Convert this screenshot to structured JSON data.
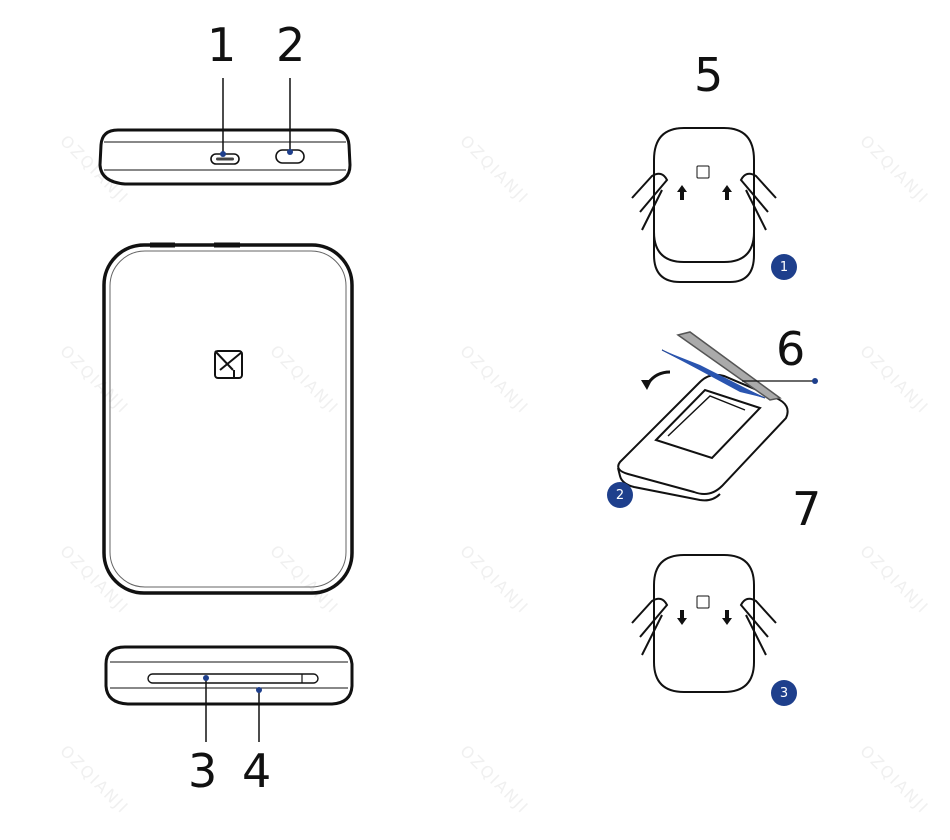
{
  "diagram": {
    "title": "Portable photo printer parts and paper loading steps",
    "accent_color": "#1e3f8c",
    "watermark": "OZQIANJI",
    "callouts": [
      {
        "id": "1",
        "label": "1",
        "target": "USB-C charging port (top edge)"
      },
      {
        "id": "2",
        "label": "2",
        "target": "Power button (top edge)"
      },
      {
        "id": "3",
        "label": "3",
        "target": "Paper output slot (bottom edge)"
      },
      {
        "id": "4",
        "label": "4",
        "target": "Indicator light (bottom edge)"
      },
      {
        "id": "5",
        "label": "5",
        "target": "Slide cover up"
      },
      {
        "id": "6",
        "label": "6",
        "target": "Load photo paper with blue sheet"
      },
      {
        "id": "7",
        "label": "7",
        "target": "Slide cover down"
      }
    ],
    "steps": [
      {
        "badge": "1"
      },
      {
        "badge": "2"
      },
      {
        "badge": "3"
      }
    ]
  }
}
